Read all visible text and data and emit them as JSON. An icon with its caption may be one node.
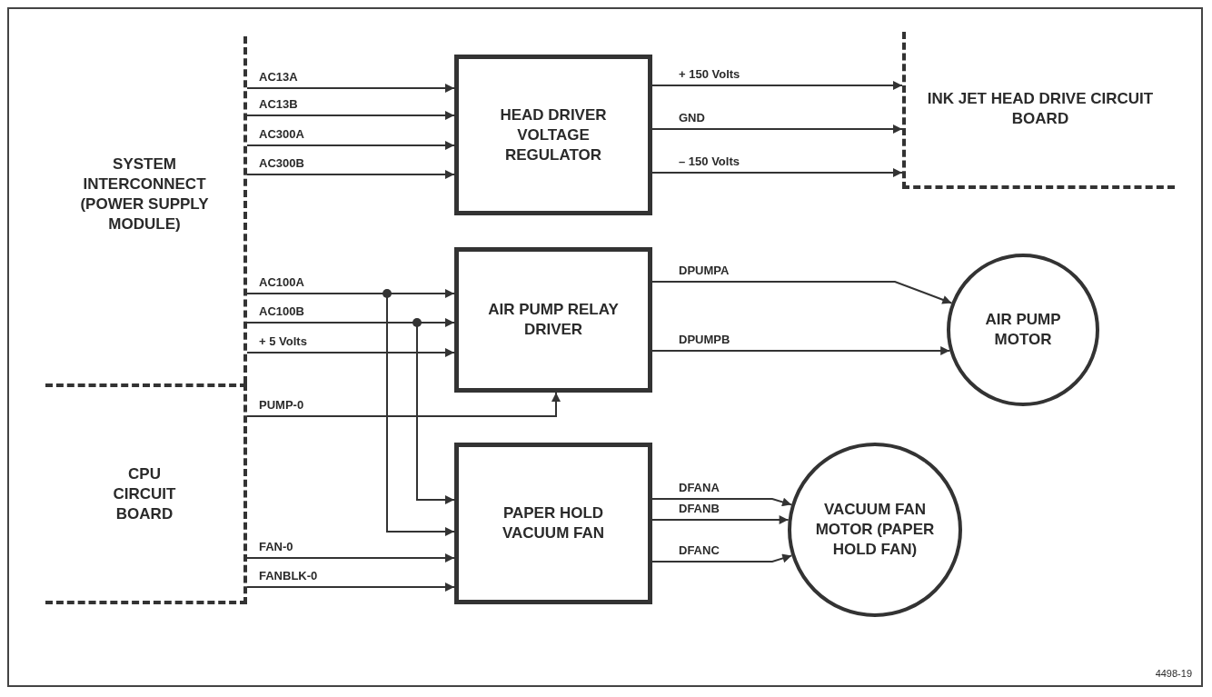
{
  "diagram": {
    "nodes": [
      {
        "text": [
          "SYSTEM INTERCONNECT (POWER SUPPLY MODULE)"
        ]
      },
      {
        "text": [
          "CPU CIRCUIT BOARD"
        ]
      },
      {
        "text": [
          "HEAD DRIVER VOLTAGE REGULATOR"
        ]
      },
      {
        "text": [
          "INK JET HEAD DRIVE CIRCUIT BOARD"
        ]
      },
      {
        "text": [
          "AIR PUMP RELAY DRIVER"
        ]
      },
      {
        "text": [
          "AIR PUMP MOTOR"
        ]
      },
      {
        "text": [
          "PAPER HOLD VACUUM FAN"
        ]
      },
      {
        "text": [
          "VACUUM FAN MOTOR (PAPER HOLD FAN)"
        ]
      }
    ],
    "edges": [
      {
        "from": 0,
        "to": 2,
        "arrow": "to",
        "label": "AC13A"
      },
      {
        "from": 0,
        "to": 2,
        "arrow": "to",
        "label": "AC13B"
      },
      {
        "from": 0,
        "to": 2,
        "arrow": "to",
        "label": "AC300A"
      },
      {
        "from": 0,
        "to": 2,
        "arrow": "to",
        "label": "AC300B"
      },
      {
        "from": 2,
        "to": 3,
        "arrow": "to",
        "label": "+ 150 Volts"
      },
      {
        "from": 2,
        "to": 3,
        "arrow": "to",
        "label": "GND"
      },
      {
        "from": 2,
        "to": 3,
        "arrow": "to",
        "label": "– 150 Volts"
      },
      {
        "from": 0,
        "to": 4,
        "arrow": "to",
        "label": "AC100A"
      },
      {
        "from": 0,
        "to": 4,
        "arrow": "to",
        "label": "AC100B"
      },
      {
        "from": 0,
        "to": 4,
        "arrow": "to",
        "label": "+ 5 Volts"
      },
      {
        "from": 1,
        "to": 4,
        "arrow": "to",
        "label": "PUMP-0"
      },
      {
        "from": 4,
        "to": 5,
        "arrow": "to",
        "label": "DPUMPA"
      },
      {
        "from": 4,
        "to": 5,
        "arrow": "to",
        "label": "DPUMPB"
      },
      {
        "from": 0,
        "to": 6,
        "arrow": "to"
      },
      {
        "from": 0,
        "to": 6,
        "arrow": "to"
      },
      {
        "from": 1,
        "to": 6,
        "arrow": "to",
        "label": "FAN-0"
      },
      {
        "from": 1,
        "to": 6,
        "arrow": "to",
        "label": "FANBLK-0"
      },
      {
        "from": 6,
        "to": 7,
        "arrow": "to",
        "label": "DFANA"
      },
      {
        "from": 6,
        "to": 7,
        "arrow": "to",
        "label": "DFANB"
      },
      {
        "from": 6,
        "to": 7,
        "arrow": "to",
        "label": "DFANC"
      }
    ],
    "labels": [
      "4498-19"
    ]
  }
}
